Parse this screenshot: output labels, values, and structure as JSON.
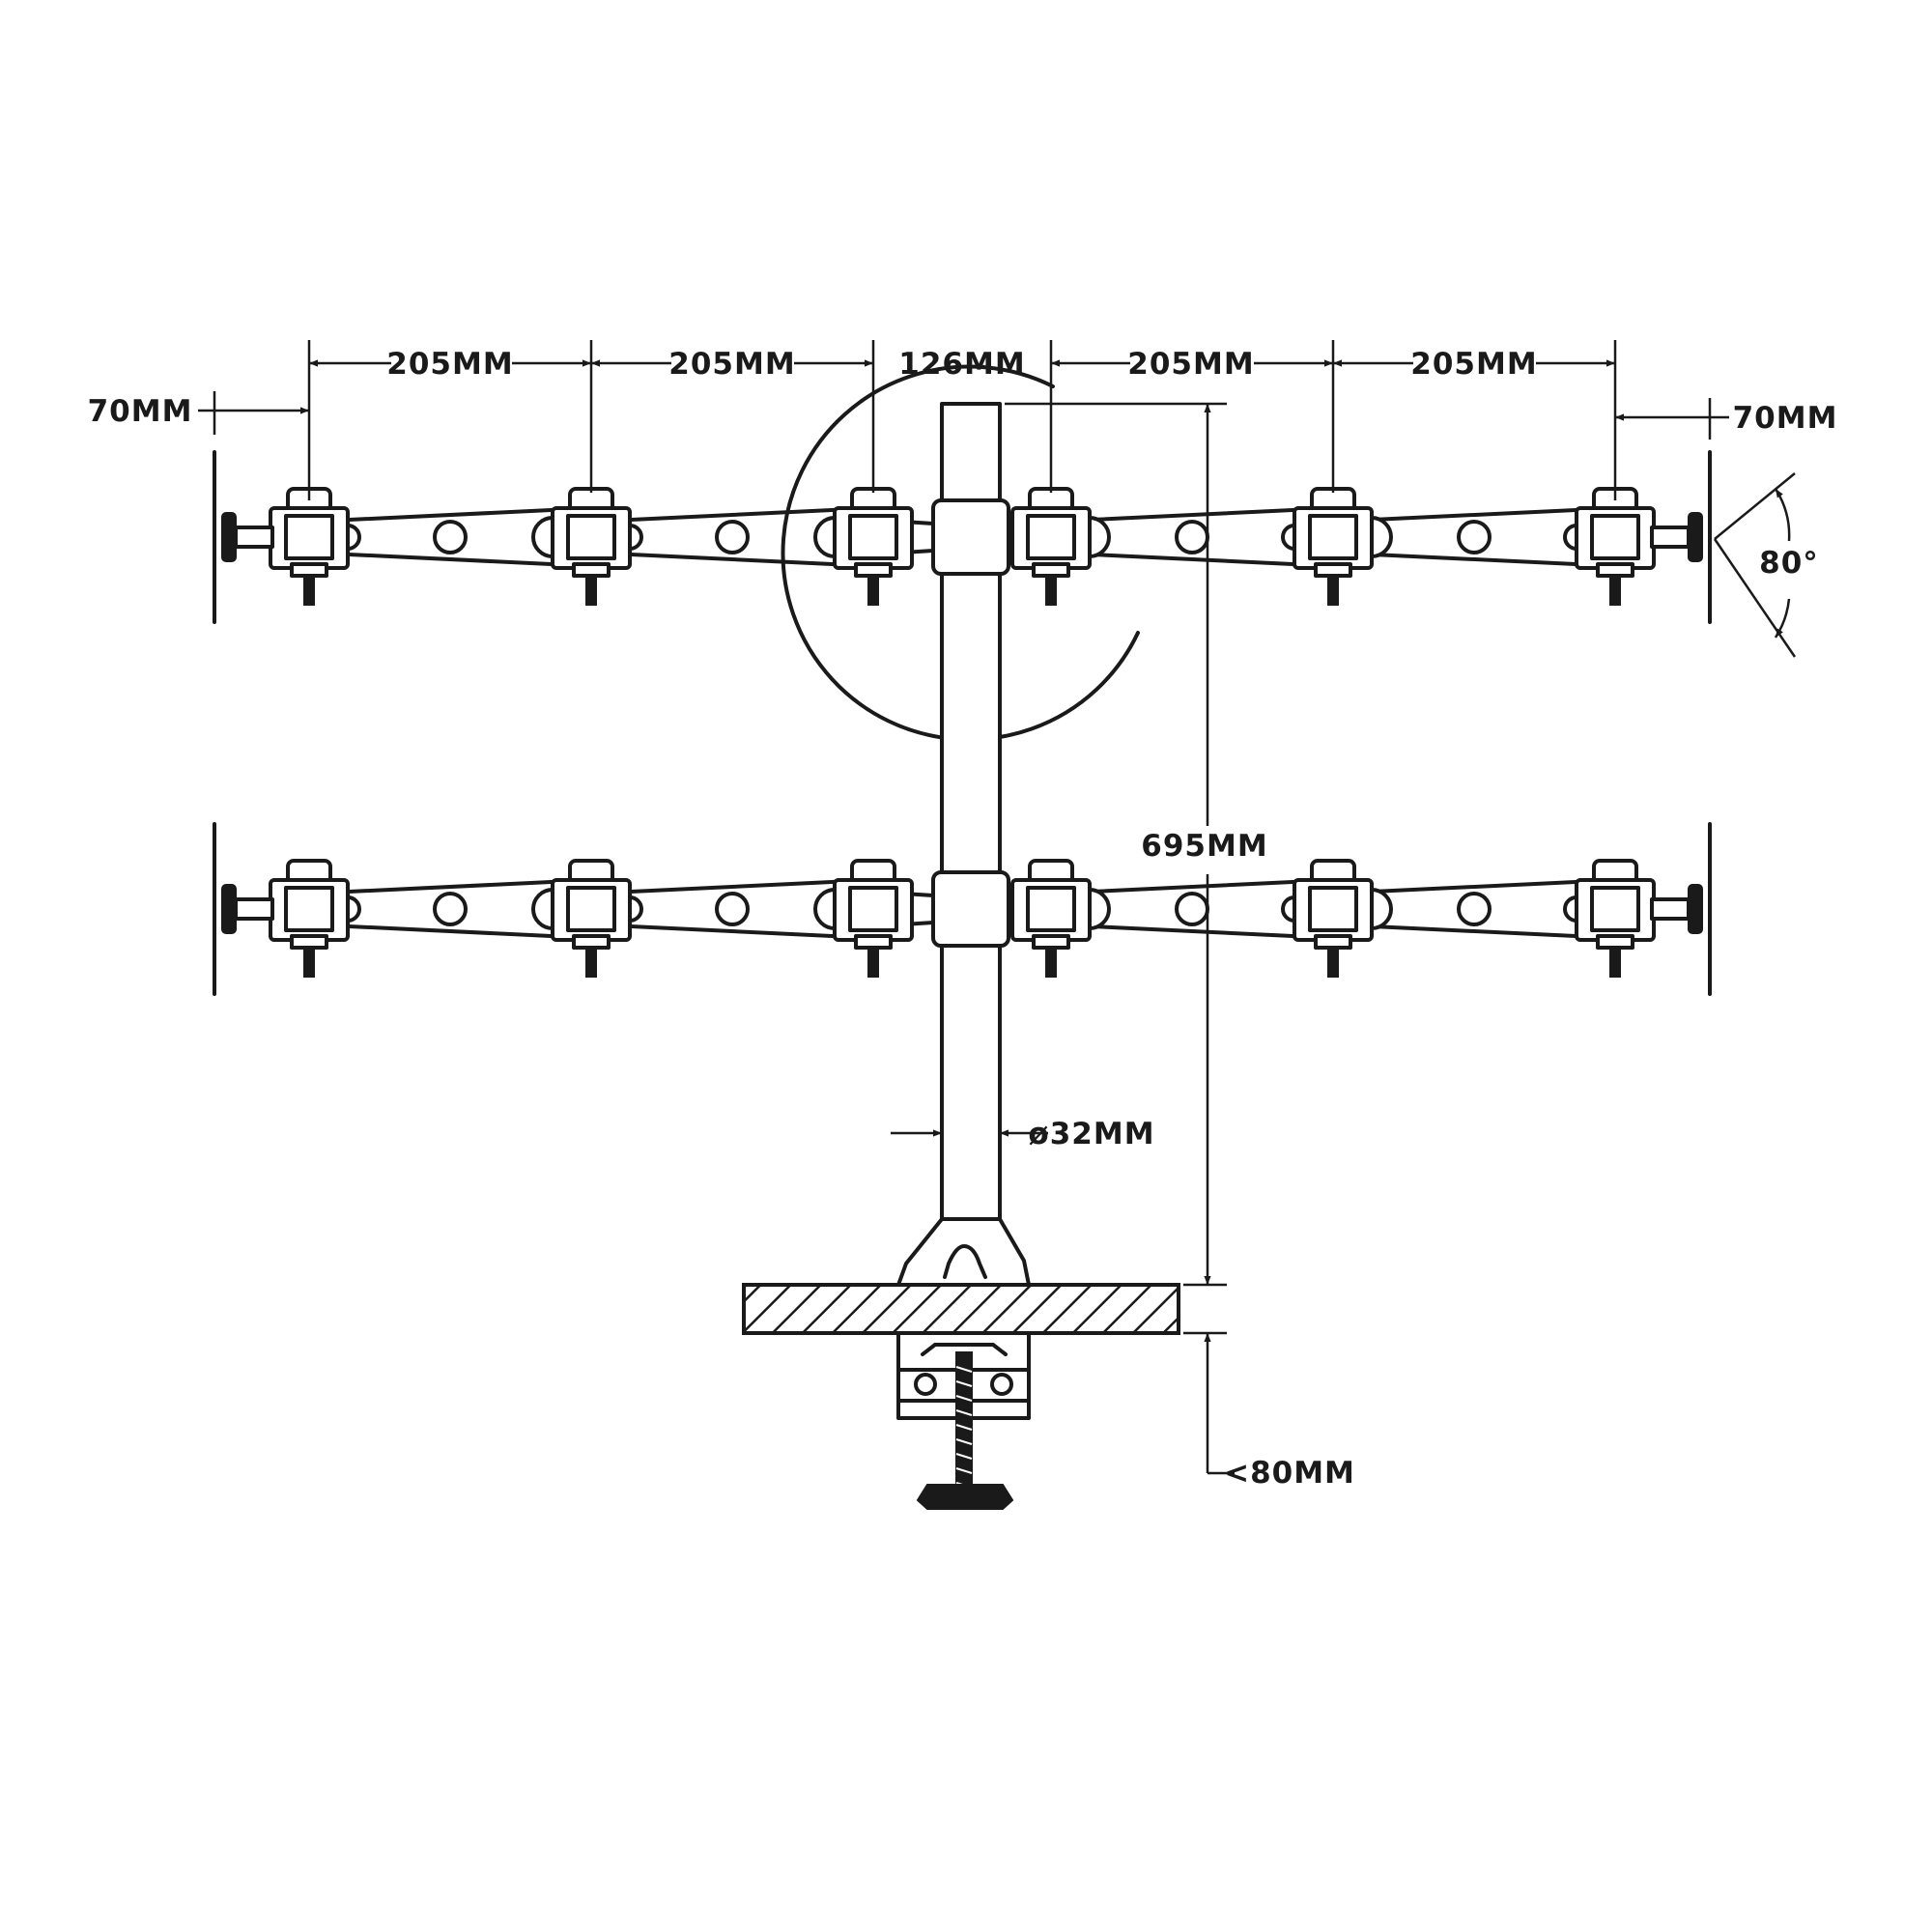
{
  "dimensions": {
    "arm_span_1": "205MM",
    "arm_span_2": "205MM",
    "center_span": "126MM",
    "arm_span_3": "205MM",
    "arm_span_4": "205MM",
    "offset_left": "70MM",
    "offset_right": "70MM",
    "tilt_angle": "80°",
    "pole_height": "695MM",
    "pole_diameter": "ø32MM",
    "clamp_max": "<80MM"
  }
}
